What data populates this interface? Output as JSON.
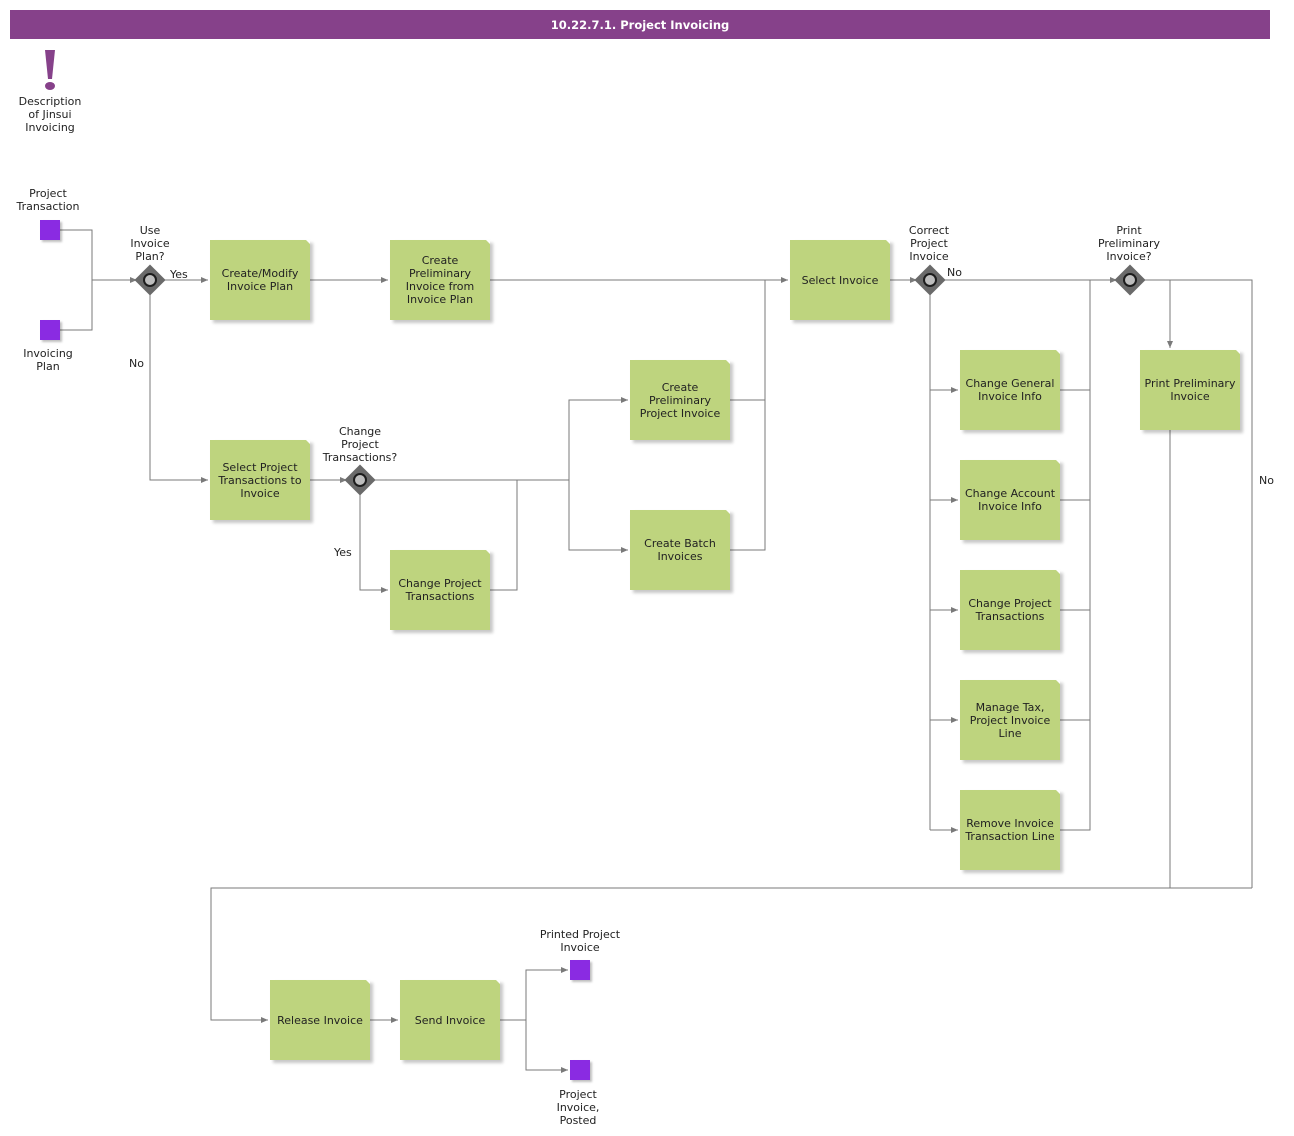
{
  "title": "10.22.7.1. Project Invoicing",
  "colors": {
    "header": "#86418a",
    "task": "#bed47e",
    "data_object": "#8a2be2",
    "gateway": "#6a6a6a",
    "line": "#7a7a7a"
  },
  "note": {
    "icon": "exclamation-icon",
    "label": "Description\nof Jinsui\nInvoicing"
  },
  "data_objects": {
    "project_transaction": "Project\nTransaction",
    "invoicing_plan": "Invoicing\nPlan",
    "printed_project_invoice": "Printed Project\nInvoice",
    "project_invoice_posted": "Project\nInvoice,\nPosted"
  },
  "gateways": {
    "use_invoice_plan": "Use\nInvoice\nPlan?",
    "change_project_transactions": "Change\nProject\nTransactions?",
    "correct_project_invoice": "Correct\nProject\nInvoice",
    "print_preliminary_invoice": "Print\nPreliminary\nInvoice?"
  },
  "tasks": {
    "create_modify_invoice_plan": "Create/Modify Invoice Plan",
    "create_prelim_from_plan": "Create Preliminary Invoice from Invoice Plan",
    "select_project_transactions": "Select Project Transactions to Invoice",
    "change_project_transactions_1": "Change Project Transactions",
    "create_prelim_project_invoice": "Create Preliminary Project Invoice",
    "create_batch_invoices": "Create Batch Invoices",
    "select_invoice": "Select Invoice",
    "change_general_invoice_info": "Change General Invoice Info",
    "change_account_invoice_info": "Change Account Invoice Info",
    "change_project_transactions_2": "Change Project Transactions",
    "manage_tax": "Manage Tax, Project Invoice Line",
    "remove_invoice_transaction_line": "Remove Invoice Transaction Line",
    "print_preliminary_invoice": "Print Preliminary Invoice",
    "release_invoice": "Release Invoice",
    "send_invoice": "Send Invoice"
  },
  "flow_labels": {
    "plan_yes": "Yes",
    "plan_no": "No",
    "change_yes": "Yes",
    "correct_no": "No",
    "print_no": "No"
  }
}
